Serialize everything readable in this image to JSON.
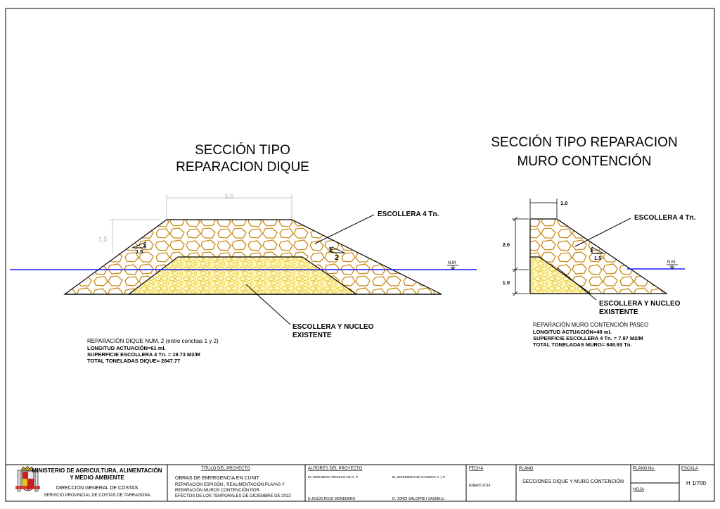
{
  "section_left": {
    "title_line1": "SECCIÓN TIPO",
    "title_line2": "REPARACION DIQUE",
    "dim_top": "5.0",
    "dim_side": "1.5",
    "slope_left_v": "1",
    "slope_left_h": "1.5",
    "slope_right_v": "1",
    "slope_right_h": "2",
    "label_escollera": "ESCOLLERA 4 Tn.",
    "label_nucleo_1": "ESCOLLERA Y NUCLEO",
    "label_nucleo_2": "EXISTENTE",
    "level_label": "N.M",
    "notes": [
      "REPARACIÓN DIQUE NUM. 2 (entre conchas 1 y 2)",
      "LONGITUD ACTUACIÓN=61 ml.",
      "SUPERFICIE ESCOLLERA 4 Tn. = 19.73 M2/M",
      "TOTAL TONELADAS DIQUE= 2847.77"
    ]
  },
  "section_right": {
    "title_line1": "SECCIÓN TIPO REPARACION",
    "title_line2": "MURO CONTENCIÓN",
    "dim_top": "1.0",
    "dim_upper": "2.0",
    "dim_lower": "1.0",
    "slope_v": "1",
    "slope_h": "1.5",
    "label_escollera": "ESCOLLERA 4 Tn.",
    "label_nucleo_1": "ESCOLLERA Y NUCLEO",
    "label_nucleo_2": "EXISTENTE",
    "level_label": "N.M",
    "notes": [
      "REPARACIÓN MURO CONTENCIÓN PASEO",
      "LONGITUD ACTUACIÓN=49 ml.",
      "SUPERFICIE ESCOLLERA 4 Tn. = 7.87 M2/M",
      "TOTAL TONELADAS MURO= 848.93 Tn."
    ]
  },
  "title_block": {
    "ministry_line1": "MINISTERIO DE AGRICULTURA, ALIMENTACIÓN",
    "ministry_line2": "Y MEDIO AMBIENTE",
    "direction": "DIRECCION GENERAL DE COSTAS",
    "service": "SERVICIO PROVINCIAL DE COSTAS DE TARRAGONA",
    "project_header": "TITULO DEL PROYECTO",
    "project_title": "OBRAS DE EMERGENCIA EN CUNIT",
    "project_desc_1": "REPARACIÓN ESPIGÓN , REALIMENTACIÓN PLAYAS Y",
    "project_desc_2": "REPARACIÓN MUROS CONTENCIÓN POR",
    "project_desc_3": "EFECTOS DE LOS TEMPORALES DE DICIEMBRE DE 2013",
    "authors_header": "AUTORES DEL PROYECTO",
    "author1_role": "EL INGENIERO TECNICO DE O. P.",
    "author2_role": "EL INGENIERO DE CAMINOS C. y P.",
    "author1_name": "D.JESÚS ROJO MONEDERO",
    "author2_name": "D. JORDI GALOFRE I SAUMELL",
    "date_header": "FECHA",
    "date_value": "ENERO 2014",
    "plan_header": "PLANO",
    "plan_title": "SECCIONES DIQUE Y MURO CONTENCIÓN",
    "plan_no_header": "PLANO No.",
    "sheet_header": "HOJA",
    "scale_header": "ESCALA",
    "scale_value": "H 1/700"
  },
  "colors": {
    "water_line": "#1a1aff",
    "armour_fill": "#ffffff",
    "armour_stone": "#d08f1a",
    "core_fill": "#fff6b0",
    "core_stone": "#e8c41a"
  }
}
